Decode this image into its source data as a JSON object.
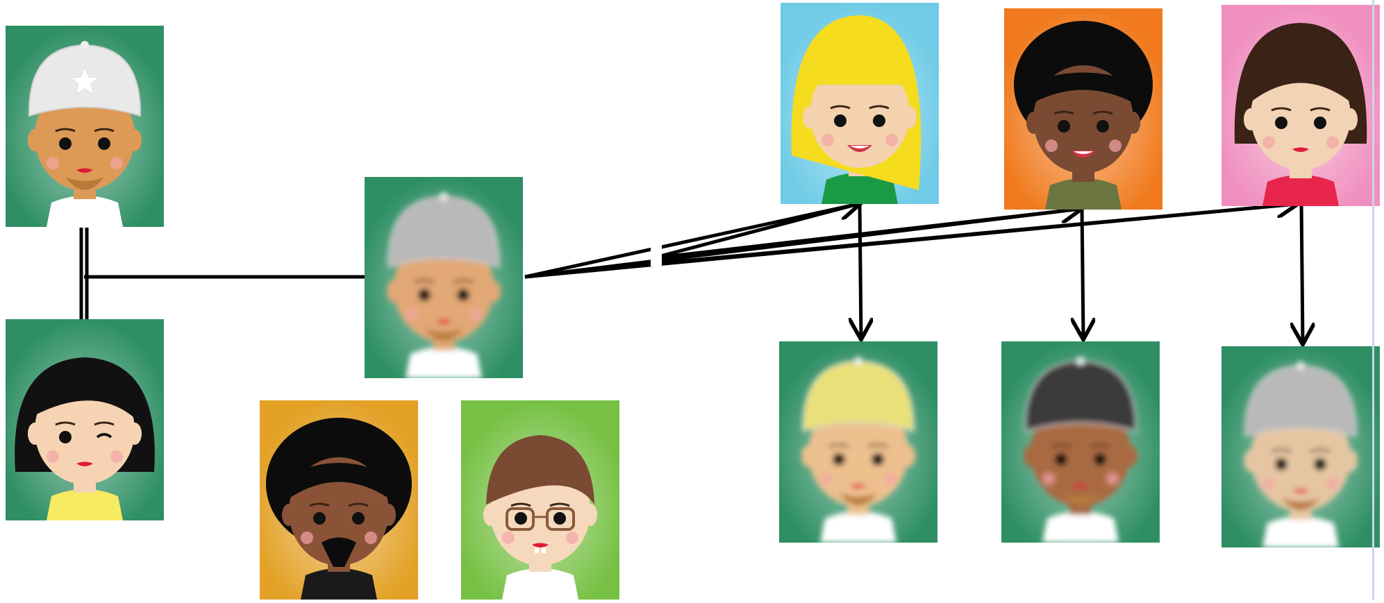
{
  "diagram": {
    "colors": {
      "green": "#2f8f64",
      "lightblue": "#6fcbe6",
      "orange": "#f07a1d",
      "pink": "#f08fbf",
      "mustard": "#e3a126",
      "lime": "#76c043",
      "line": "#000000",
      "white": "#ffffff"
    },
    "avatars": [
      {
        "id": "man-white-cap",
        "icon": "man-with-cap",
        "bg": "green",
        "skin": "#dd9a56",
        "hair": "cap",
        "shirt": "white",
        "beard": true
      },
      {
        "id": "woman-black-bob",
        "icon": "woman-black-hair",
        "bg": "green",
        "skin": "#f6d4b3",
        "hair": "black-bob",
        "shirt": "yellow",
        "wink": true
      },
      {
        "id": "morph-parent",
        "icon": "blended-face",
        "bg": "green",
        "skin": "#e2a874",
        "hair": "cap-gray",
        "shirt": "white",
        "beard": true,
        "blurred": true
      },
      {
        "id": "man-afro-goatee",
        "icon": "man-afro",
        "bg": "mustard",
        "skin": "#8a5337",
        "hair": "afro",
        "shirt": "black-jacket",
        "beard": "goatee"
      },
      {
        "id": "man-brown-glasses",
        "icon": "man-glasses",
        "bg": "lime",
        "skin": "#f6d9bd",
        "hair": "brown",
        "shirt": "white",
        "glasses": true
      },
      {
        "id": "woman-blonde",
        "icon": "woman-blonde-hair",
        "bg": "lightblue",
        "skin": "#f3d2ad",
        "hair": "blonde",
        "shirt": "green",
        "smile": true
      },
      {
        "id": "woman-afro",
        "icon": "woman-afro",
        "bg": "orange",
        "skin": "#7a4a33",
        "hair": "afro-small",
        "shirt": "olive",
        "smile": true
      },
      {
        "id": "woman-brunette",
        "icon": "woman-brown-hair",
        "bg": "pink",
        "skin": "#f2d3b5",
        "hair": "brunette",
        "shirt": "red"
      },
      {
        "id": "result-blonde",
        "icon": "result-face-blonde",
        "bg": "green",
        "skin": "#edc08e",
        "hair": "cap-yellow",
        "shirt": "white",
        "blurred": true,
        "beard": true
      },
      {
        "id": "result-afro",
        "icon": "result-face-afro",
        "bg": "green",
        "skin": "#a96a42",
        "hair": "cap-black",
        "shirt": "white",
        "blurred": true,
        "beard": true
      },
      {
        "id": "result-brunette",
        "icon": "result-face-brunette",
        "bg": "green",
        "skin": "#e6c6a2",
        "hair": "cap-gray",
        "shirt": "white",
        "blurred": true,
        "beard": true
      }
    ]
  }
}
